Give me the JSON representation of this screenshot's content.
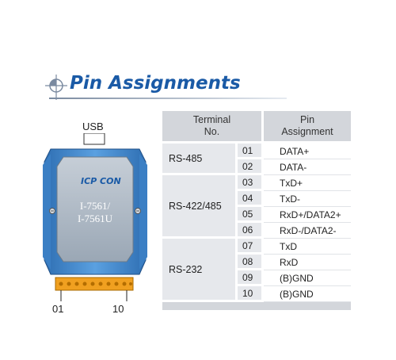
{
  "title": "Pin Assignments",
  "device": {
    "usb_label": "USB",
    "brand": "ICP CON",
    "model_lines": [
      "I-7561/",
      "I-7561U"
    ],
    "pin_start_label": "01",
    "pin_end_label": "10",
    "colors": {
      "body": "#4a8fd0",
      "face": "#b4bfca",
      "terminal": "#f0a020"
    }
  },
  "table": {
    "headers": [
      "Terminal\nNo.",
      "Pin\nAssignment"
    ],
    "groups": [
      {
        "name": "RS-485",
        "pins": [
          {
            "no": "01",
            "signal": "DATA+"
          },
          {
            "no": "02",
            "signal": "DATA-"
          }
        ]
      },
      {
        "name": "RS-422/485",
        "pins": [
          {
            "no": "03",
            "signal": "TxD+"
          },
          {
            "no": "04",
            "signal": "TxD-"
          },
          {
            "no": "05",
            "signal": "RxD+/DATA2+"
          },
          {
            "no": "06",
            "signal": "RxD-/DATA2-"
          }
        ]
      },
      {
        "name": "RS-232",
        "pins": [
          {
            "no": "07",
            "signal": "TxD"
          },
          {
            "no": "08",
            "signal": "RxD"
          },
          {
            "no": "09",
            "signal": "(B)GND"
          },
          {
            "no": "10",
            "signal": "(B)GND"
          }
        ]
      }
    ]
  }
}
